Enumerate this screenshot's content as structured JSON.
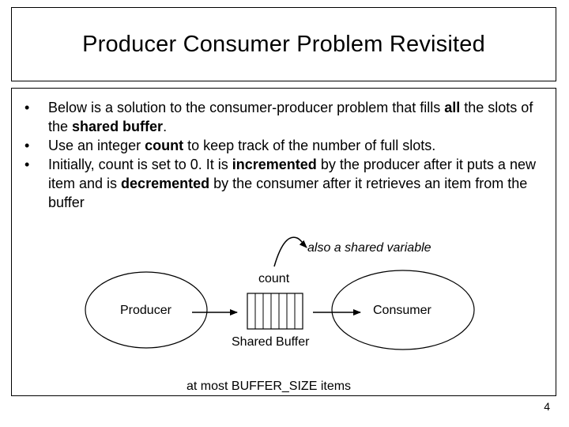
{
  "title": "Producer Consumer Problem Revisited",
  "bullets": [
    {
      "parts": [
        {
          "t": "Below is a solution to the consumer-producer problem that fills ",
          "b": false
        },
        {
          "t": "all",
          "b": true
        },
        {
          "t": " the slots of the ",
          "b": false
        },
        {
          "t": "shared buffer",
          "b": true
        },
        {
          "t": ".",
          "b": false
        }
      ]
    },
    {
      "parts": [
        {
          "t": "Use an integer ",
          "b": false
        },
        {
          "t": "count",
          "b": true
        },
        {
          "t": " to keep track of the number of full slots.",
          "b": false
        }
      ]
    },
    {
      "parts": [
        {
          "t": "Initially, count is set to 0. It is ",
          "b": false
        },
        {
          "t": "incremented",
          "b": true
        },
        {
          "t": " by the producer after it puts a new item and is ",
          "b": false
        },
        {
          "t": "decremented",
          "b": true
        },
        {
          "t": " by the consumer after it retrieves an item from the buffer",
          "b": false
        }
      ]
    }
  ],
  "diagram": {
    "shared_variable_note": "also a shared variable",
    "count_label": "count",
    "producer_label": "Producer",
    "consumer_label": "Consumer",
    "buffer_label": "Shared Buffer",
    "buffer_capacity_note": "at most BUFFER_SIZE items",
    "buffer_slots": 7
  },
  "page_number": "4"
}
